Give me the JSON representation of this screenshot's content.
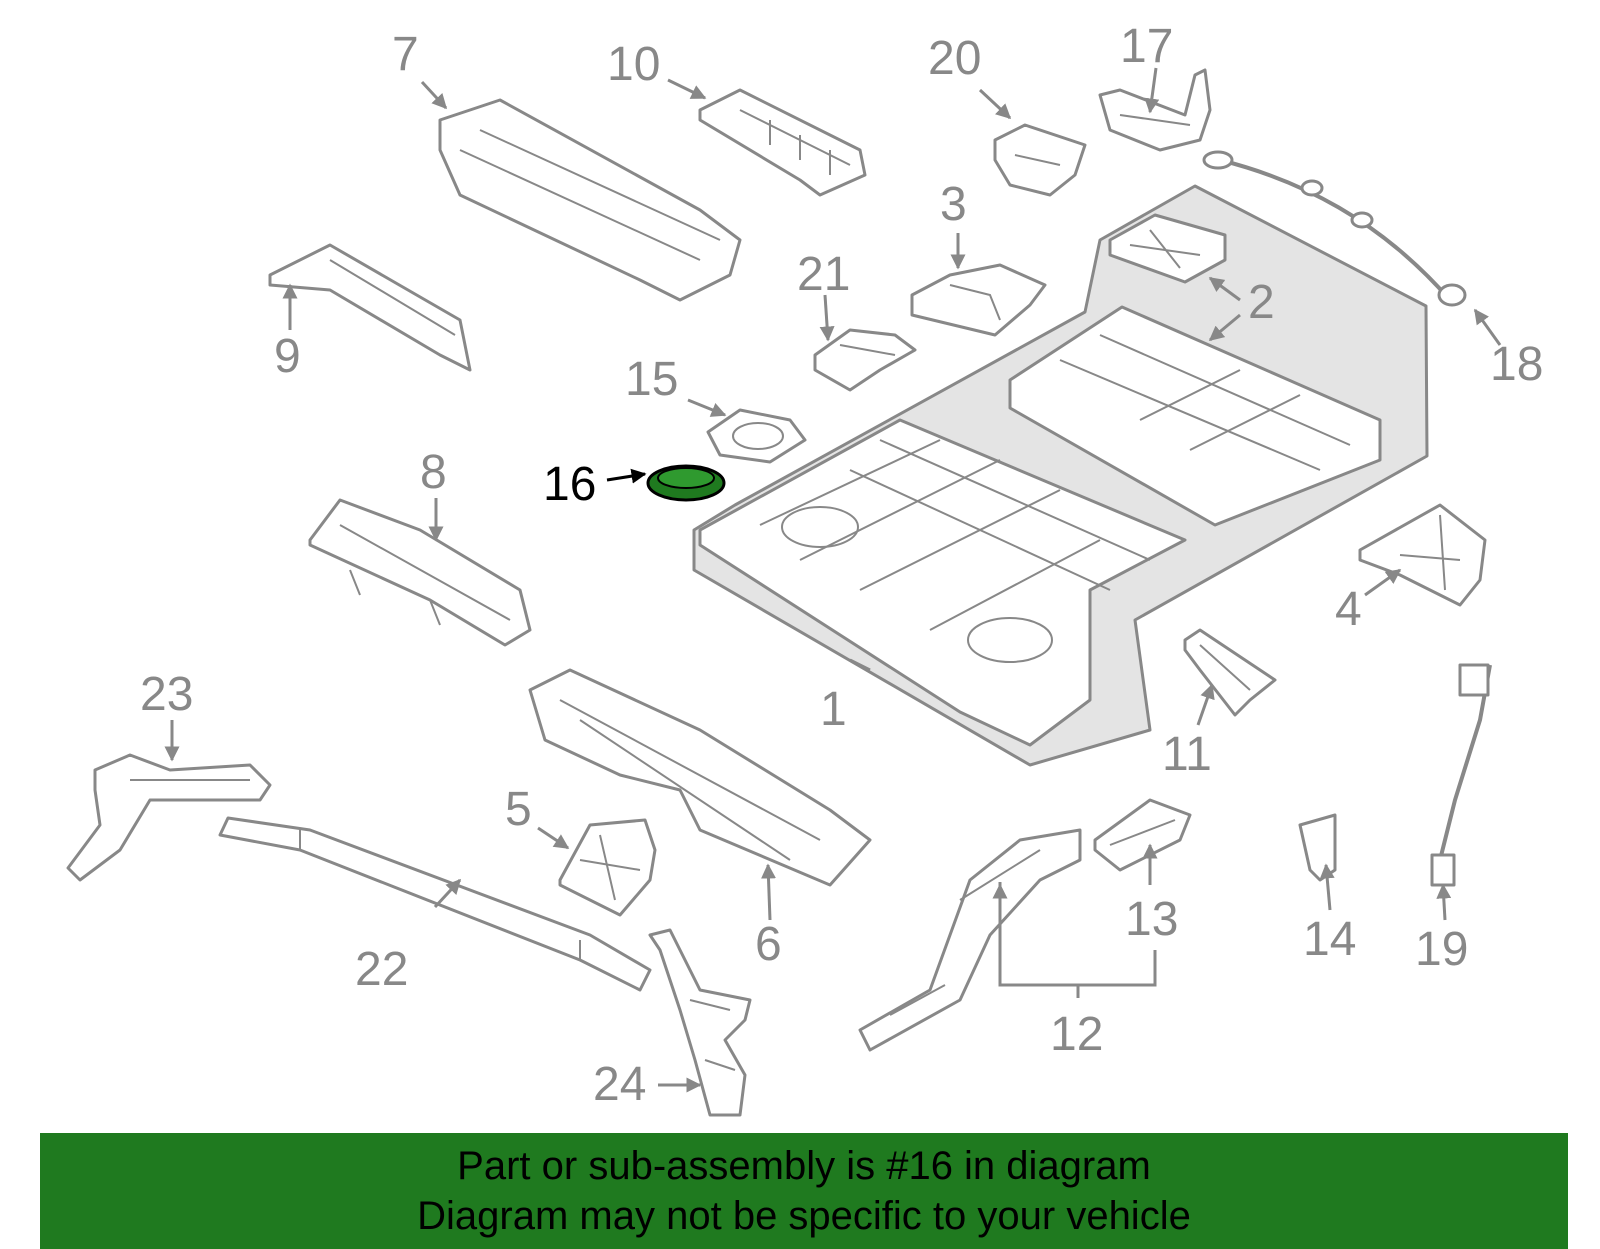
{
  "highlight_color": "#1f7a1f",
  "line_color": "#888888",
  "banner": {
    "line1": "Part or sub-assembly is #16 in diagram",
    "line2": "Diagram may not be specific to your vehicle"
  },
  "callouts": {
    "c1": "1",
    "c2": "2",
    "c3": "3",
    "c4": "4",
    "c5": "5",
    "c6": "6",
    "c7": "7",
    "c8": "8",
    "c9": "9",
    "c10": "10",
    "c11": "11",
    "c12": "12",
    "c13": "13",
    "c14": "14",
    "c15": "15",
    "c16": "16",
    "c17": "17",
    "c18": "18",
    "c19": "19",
    "c20": "20",
    "c21": "21",
    "c22": "22",
    "c23": "23",
    "c24": "24"
  }
}
